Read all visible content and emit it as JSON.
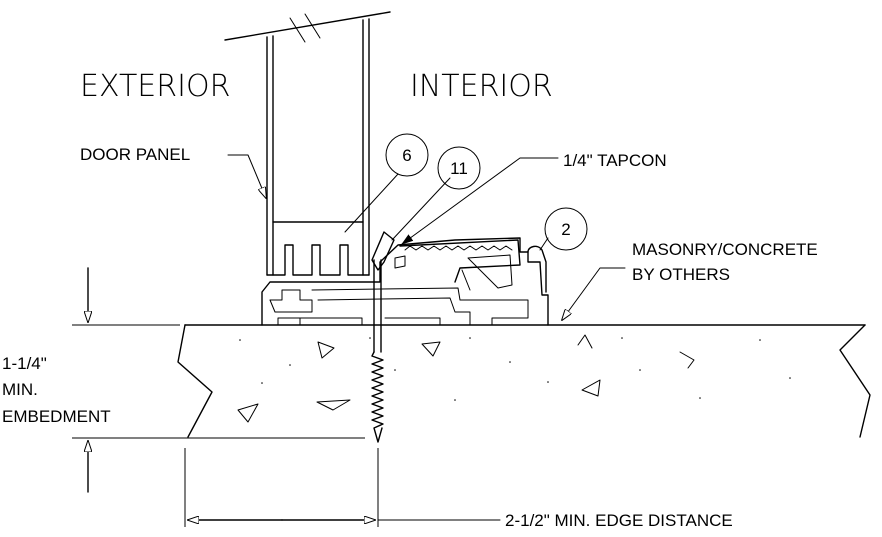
{
  "labels": {
    "exterior": "EXTERIOR",
    "interior": "INTERIOR",
    "door_panel": "DOOR PANEL",
    "tapcon": "1/4\"  TAPCON",
    "masonry_line1": "MASONRY/CONCRETE",
    "masonry_line2": "BY OTHERS",
    "embed_line1": "1-1/4\"",
    "embed_line2": "MIN.",
    "embed_line3": "EMBEDMENT",
    "edge_distance": "2-1/2\" MIN. EDGE DISTANCE"
  },
  "callouts": {
    "c6": "6",
    "c11": "11",
    "c2": "2"
  },
  "colors": {
    "line": "#000000",
    "background": "#ffffff"
  }
}
